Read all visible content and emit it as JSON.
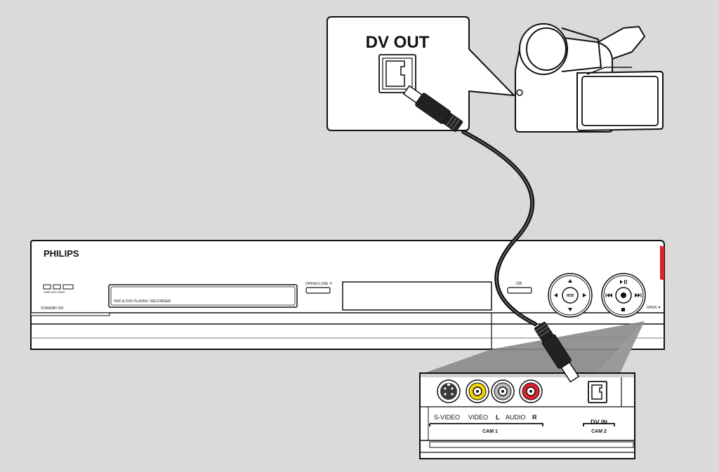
{
  "callout": {
    "dv_out_label": "DV OUT"
  },
  "recorder": {
    "brand": "PHILIPS",
    "hdd_logo": "HDD",
    "hdd_sub": "HARD DISK DRIVE",
    "standby_label": "STANDBY-ON",
    "model_label": "HDD & DVD PLAYER / RECORDER",
    "open_close_label": "OPEN/CLOSE ≜",
    "ok_label": "OK",
    "nav_center_label": "HDD",
    "open_label": "OPEN ▼"
  },
  "front_panel": {
    "svideo_label": "S-VIDEO",
    "video_label": "VIDEO",
    "l_label": "L",
    "audio_label": "AUDIO",
    "r_label": "R",
    "cam1_label": "CAM 1",
    "dvin_label": "DV IN",
    "cam2_label": "CAM 2"
  },
  "colors": {
    "background": "#dadada",
    "video_jack": "#f2d500",
    "audio_l_jack": "#b8b8b8",
    "audio_r_jack": "#e0202a",
    "svideo_jack": "#3a3a3a",
    "recorder_accent": "#e0202a"
  }
}
